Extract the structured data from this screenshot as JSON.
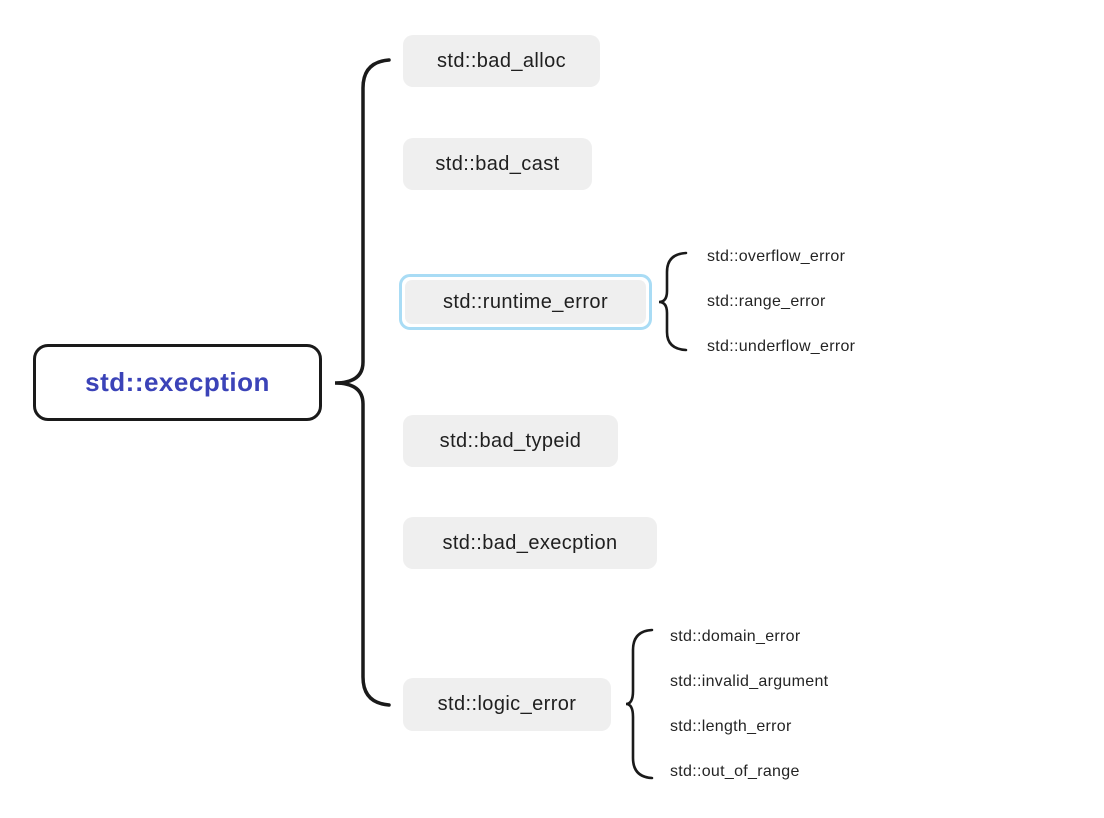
{
  "diagram": {
    "root": {
      "label": "std::execption"
    },
    "children": [
      {
        "label": "std::bad_alloc"
      },
      {
        "label": "std::bad_cast"
      },
      {
        "label": "std::runtime_error",
        "highlighted": true,
        "children": [
          "std::overflow_error",
          "std::range_error",
          "std::underflow_error"
        ]
      },
      {
        "label": "std::bad_typeid"
      },
      {
        "label": "std::bad_execption"
      },
      {
        "label": "std::logic_error",
        "children": [
          "std::domain_error",
          "std::invalid_argument",
          "std::length_error",
          "std::out_of_range"
        ]
      }
    ],
    "colors": {
      "background": "#ffffff",
      "root_text": "#3b43b8",
      "outline": "#1a1a1a",
      "node_background": "#efefef",
      "node_text": "#202020",
      "highlight_border": "#a9dcf5",
      "brace": "#1a1a1a"
    }
  }
}
